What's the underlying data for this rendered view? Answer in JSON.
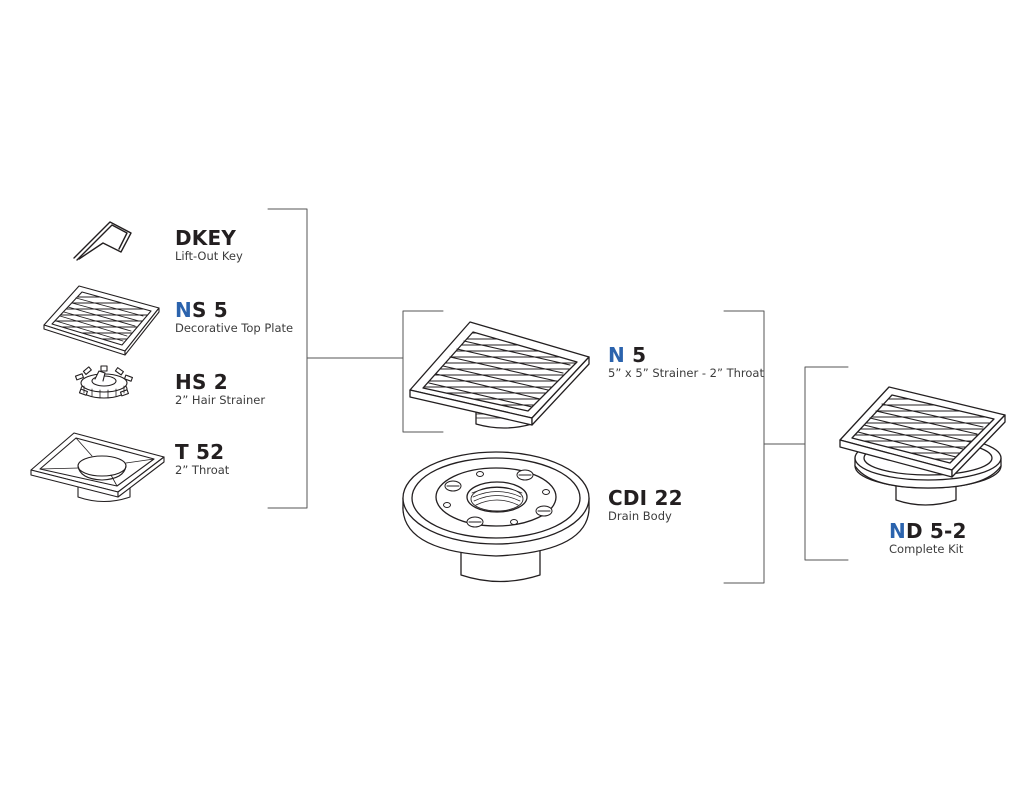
{
  "accent_color": "#2b63ad",
  "text_color": "#231f20",
  "line_color": "#555555",
  "parts": {
    "dkey": {
      "code_accent": "",
      "code_rest": "DKEY",
      "desc": "Lift-Out Key",
      "icon": "lift-key-icon"
    },
    "ns5": {
      "code_accent": "N",
      "code_rest": "S 5",
      "desc": "Decorative Top Plate",
      "icon": "top-plate-icon"
    },
    "hs2": {
      "code_accent": "",
      "code_rest": "HS 2",
      "desc": "2” Hair Strainer",
      "icon": "hair-strainer-icon"
    },
    "t52": {
      "code_accent": "",
      "code_rest": "T 52",
      "desc": "2” Throat",
      "icon": "throat-icon"
    },
    "n5": {
      "code_accent": "N",
      "code_rest": " 5",
      "desc": "5” x 5” Strainer - 2” Throat",
      "icon": "strainer-assembly-icon"
    },
    "cdi22": {
      "code_accent": "",
      "code_rest": "CDI 22",
      "desc": "Drain Body",
      "icon": "drain-body-icon"
    },
    "nd52": {
      "code_accent": "N",
      "code_rest": "D 5-2",
      "desc": "Complete Kit",
      "icon": "complete-kit-icon"
    }
  }
}
